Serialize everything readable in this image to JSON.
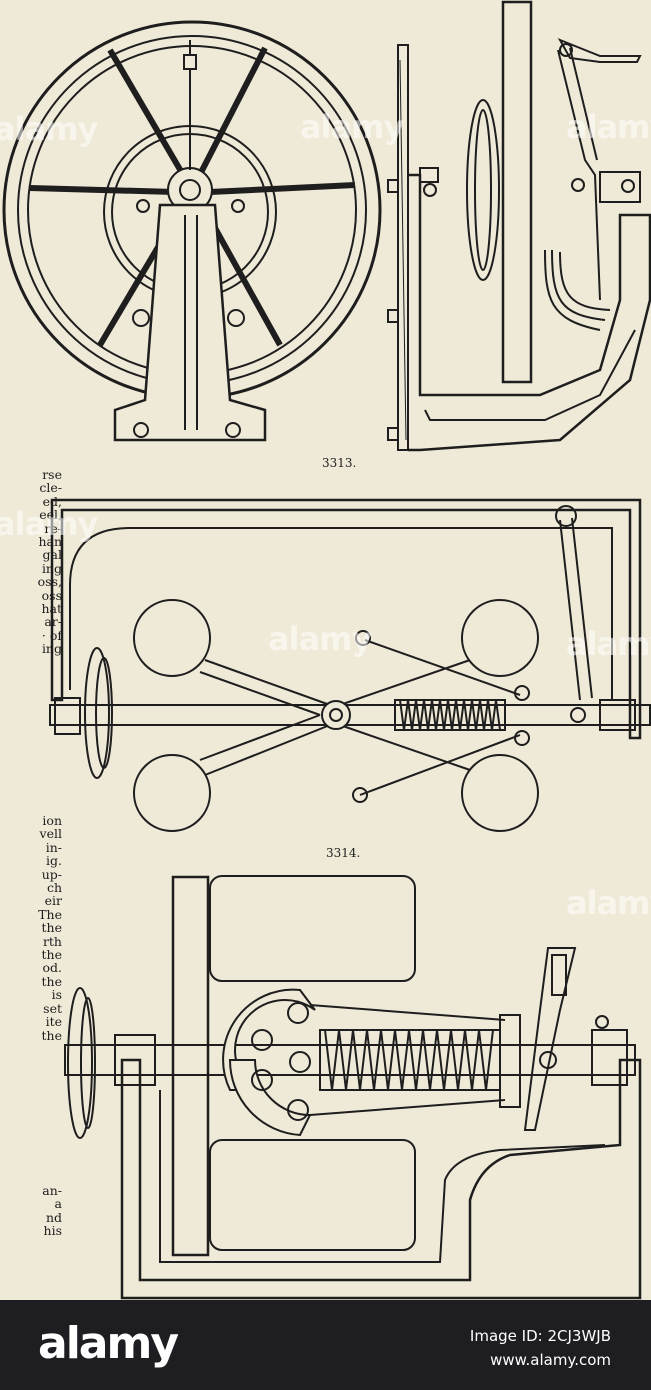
{
  "figures": {
    "fig_3313": {
      "caption": "3313."
    },
    "fig_3314": {
      "caption": "3314."
    }
  },
  "margin_text": {
    "block_a": "rse\ncle-\ned,\neel,\nre-\nhan\ngal\ning\noss,\noss\nhat\nar-\n· of\ning",
    "block_b": "ion\nvell\nin-\nig.\nup-\nch\neir\nThe\nthe\nrth\nthe\nod.\nthe\nis\nset\nite\nthe",
    "block_c": "an-\na\nnd\nhis"
  },
  "watermarks": [
    "alamy",
    "alamy",
    "alamy",
    "alamy",
    "alamy",
    "alamy",
    "alamy"
  ],
  "footer": {
    "logo": "alamy",
    "image_id": "Image ID: 2CJ3WJB",
    "site": "www.alamy.com"
  }
}
